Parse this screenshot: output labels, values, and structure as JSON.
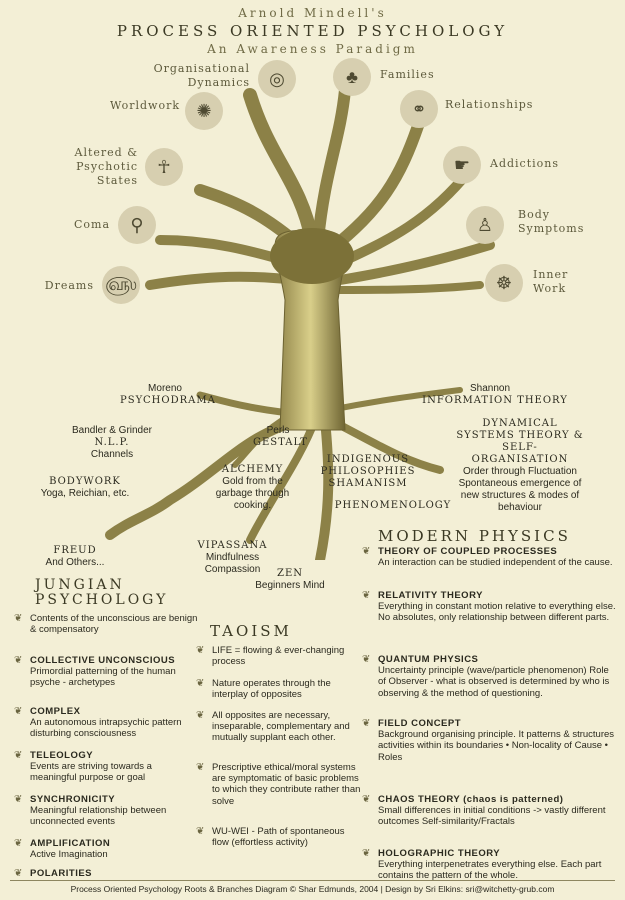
{
  "header": {
    "author": "Arnold Mindell's",
    "title": "PROCESS ORIENTED PSYCHOLOGY",
    "subtitle": "An Awareness Paradigm"
  },
  "branches": {
    "organisational": "Organisational Dynamics",
    "families": "Families",
    "worldwork": "Worldwork",
    "relationships": "Relationships",
    "altered": "Altered & Psychotic States",
    "addictions": "Addictions",
    "coma": "Coma",
    "body": "Body Symptoms",
    "dreams": "Dreams",
    "inner": "Inner Work"
  },
  "roots": {
    "moreno": "Moreno",
    "psychodrama": "PSYCHODRAMA",
    "shannon": "Shannon",
    "information": "INFORMATION THEORY",
    "bandler": "Bandler & Grinder",
    "nlp": "N.L.P.",
    "channels": "Channels",
    "perls": "Perls",
    "gestalt": "GESTALT",
    "dynamical": "DYNAMICAL SYSTEMS THEORY & SELF-ORGANISATION",
    "order": "Order through Fluctuation",
    "emergence": "Spontaneous emergence of new structures & modes of behaviour",
    "bodywork": "BODYWORK",
    "yoga": "Yoga, Reichian, etc.",
    "alchemy": "ALCHEMY",
    "gold": "Gold from the garbage through cooking.",
    "indigenous": "INDIGENOUS PHILOSOPHIES SHAMANISM",
    "phenomenology": "PHENOMENOLOGY",
    "freud": "FREUD",
    "others": "And Others...",
    "vipassana": "VIPASSANA",
    "mindfulness": "Mindfulness Compassion",
    "zen": "ZEN",
    "beginners": "Beginners Mind"
  },
  "jungian": {
    "title": "JUNGIAN PSYCHOLOGY",
    "items": [
      {
        "h": "",
        "t": "Contents of the unconscious are benign & compensatory"
      },
      {
        "h": "COLLECTIVE UNCONSCIOUS",
        "t": "Primordial patterning of the human psyche - archetypes"
      },
      {
        "h": "COMPLEX",
        "t": "An autonomous intrapsychic pattern disturbing consciousness"
      },
      {
        "h": "TELEOLOGY",
        "t": "Events are striving towards a meaningful purpose or goal"
      },
      {
        "h": "SYNCHRONICITY",
        "t": "Meaningful relationship between unconnected events"
      },
      {
        "h": "AMPLIFICATION",
        "t": "Active Imagination"
      },
      {
        "h": "POLARITIES",
        "t": ""
      }
    ]
  },
  "taoism": {
    "title": "TAOISM",
    "items": [
      {
        "t": "LIFE = flowing & ever-changing process"
      },
      {
        "t": "Nature operates through the interplay of opposites"
      },
      {
        "t": "All opposites are necessary, inseparable, complementary and mutually supplant each other."
      },
      {
        "t": "Prescriptive ethical/moral systems are symptomatic of basic problems to which they contribute rather than solve"
      },
      {
        "t": "WU-WEI - Path of spontaneous flow (effortless activity)"
      }
    ]
  },
  "physics": {
    "title": "MODERN PHYSICS",
    "items": [
      {
        "h": "THEORY OF COUPLED PROCESSES",
        "t": "An interaction can be studied independent of the cause."
      },
      {
        "h": "RELATIVITY THEORY",
        "t": "Everything in constant motion relative to everything else. No absolutes, only relationship between different parts."
      },
      {
        "h": "QUANTUM PHYSICS",
        "t": "Uncertainty principle (wave/particle phenomenon) Role of Observer - what is observed is determined by who is observing & the method of questioning."
      },
      {
        "h": "FIELD CONCEPT",
        "t": "Background organising principle. It patterns & structures activities within its boundaries • Non-locality of Cause • Roles"
      },
      {
        "h": "CHAOS THEORY (chaos is patterned)",
        "t": "Small differences in initial conditions -> vastly different outcomes Self-similarity/Fractals"
      },
      {
        "h": "HOLOGRAPHIC THEORY",
        "t": "Everything interpenetrates everything else. Each part contains the pattern of the whole."
      }
    ]
  },
  "footer": "Process Oriented Psychology Roots & Branches Diagram © Shar Edmunds, 2004 | Design by Sri Elkins: sri@witchetty-grub.com"
}
